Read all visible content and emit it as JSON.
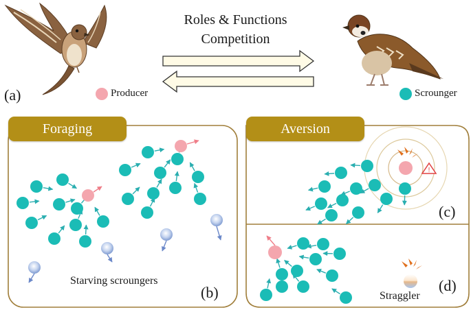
{
  "header": {
    "line1": "Roles & Functions",
    "line2": "Competition"
  },
  "legend": {
    "producer": "Producer",
    "scrounger": "Scrounger",
    "producer_color": "#f4a6ae",
    "scrounger_color": "#1bbcb6"
  },
  "panels": {
    "a_label": "(a)",
    "b_label": "(b)",
    "c_label": "(c)",
    "d_label": "(d)",
    "foraging_title": "Foraging",
    "aversion_title": "Aversion",
    "starving_caption": "Starving scroungers",
    "straggler_caption": "Straggler"
  },
  "colors": {
    "tab": "#b38f17",
    "panel_border": "#a07e3a",
    "arrow_fill": "#fffbe6",
    "warning": "#e0701e",
    "alarm_red": "#e04040"
  },
  "icons": [
    "flying-sparrow-icon",
    "perched-sparrow-icon",
    "warning-triangle-icon",
    "alarm-burst-icon"
  ]
}
